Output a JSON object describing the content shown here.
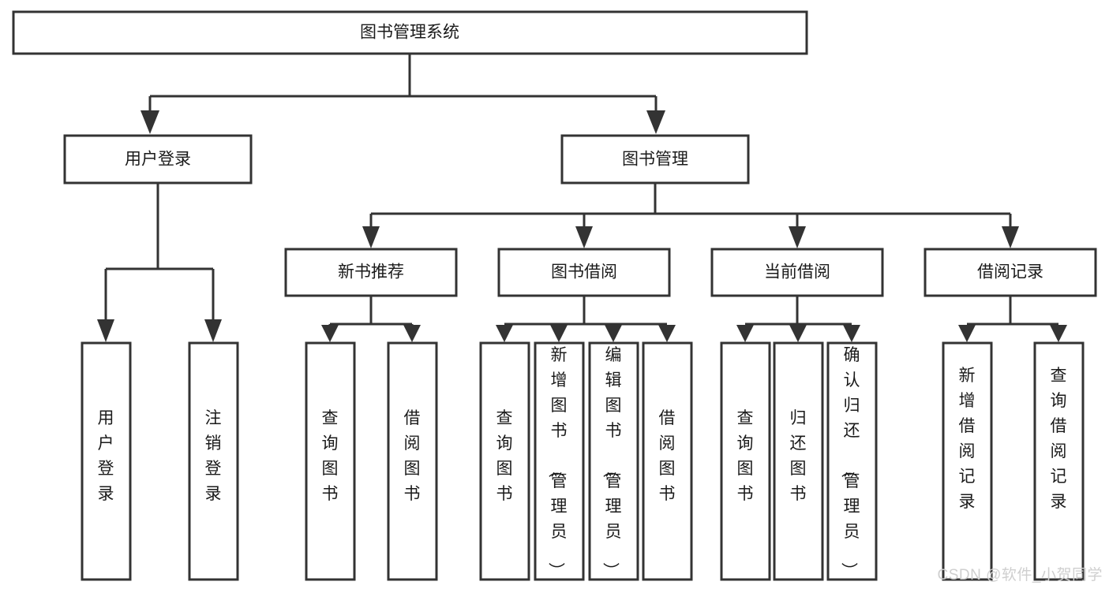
{
  "diagram": {
    "type": "tree-hierarchy",
    "orientation": "top-down",
    "title_node": {
      "label": "图书管理系统"
    },
    "level2": [
      {
        "label": "用户登录"
      },
      {
        "label": "图书管理"
      }
    ],
    "level3": [
      {
        "label": "新书推荐"
      },
      {
        "label": "图书借阅"
      },
      {
        "label": "当前借阅"
      },
      {
        "label": "借阅记录"
      }
    ],
    "leaves": {
      "user_login": [
        {
          "label": "用户登录"
        },
        {
          "label": "注销登录"
        }
      ],
      "new_book_recommend": [
        {
          "label": "查询图书"
        },
        {
          "label": "借阅图书"
        }
      ],
      "book_borrow": [
        {
          "label": "查询图书"
        },
        {
          "label": "新增图书（管理员）"
        },
        {
          "label": "编辑图书（管理员）"
        },
        {
          "label": "借阅图书"
        }
      ],
      "current_borrow": [
        {
          "label": "查询图书"
        },
        {
          "label": "归还图书"
        },
        {
          "label": "确认归还（管理员）"
        }
      ],
      "borrow_record": [
        {
          "label": "新增借阅记录"
        },
        {
          "label": "查询借阅记录"
        }
      ]
    }
  },
  "colors": {
    "box_stroke": "#333333",
    "box_fill": "#ffffff",
    "text": "#1a1a1a",
    "watermark": "#cfcfcf",
    "background": "#ffffff"
  },
  "watermark": {
    "text": "CSDN @软件_小贺同学"
  }
}
